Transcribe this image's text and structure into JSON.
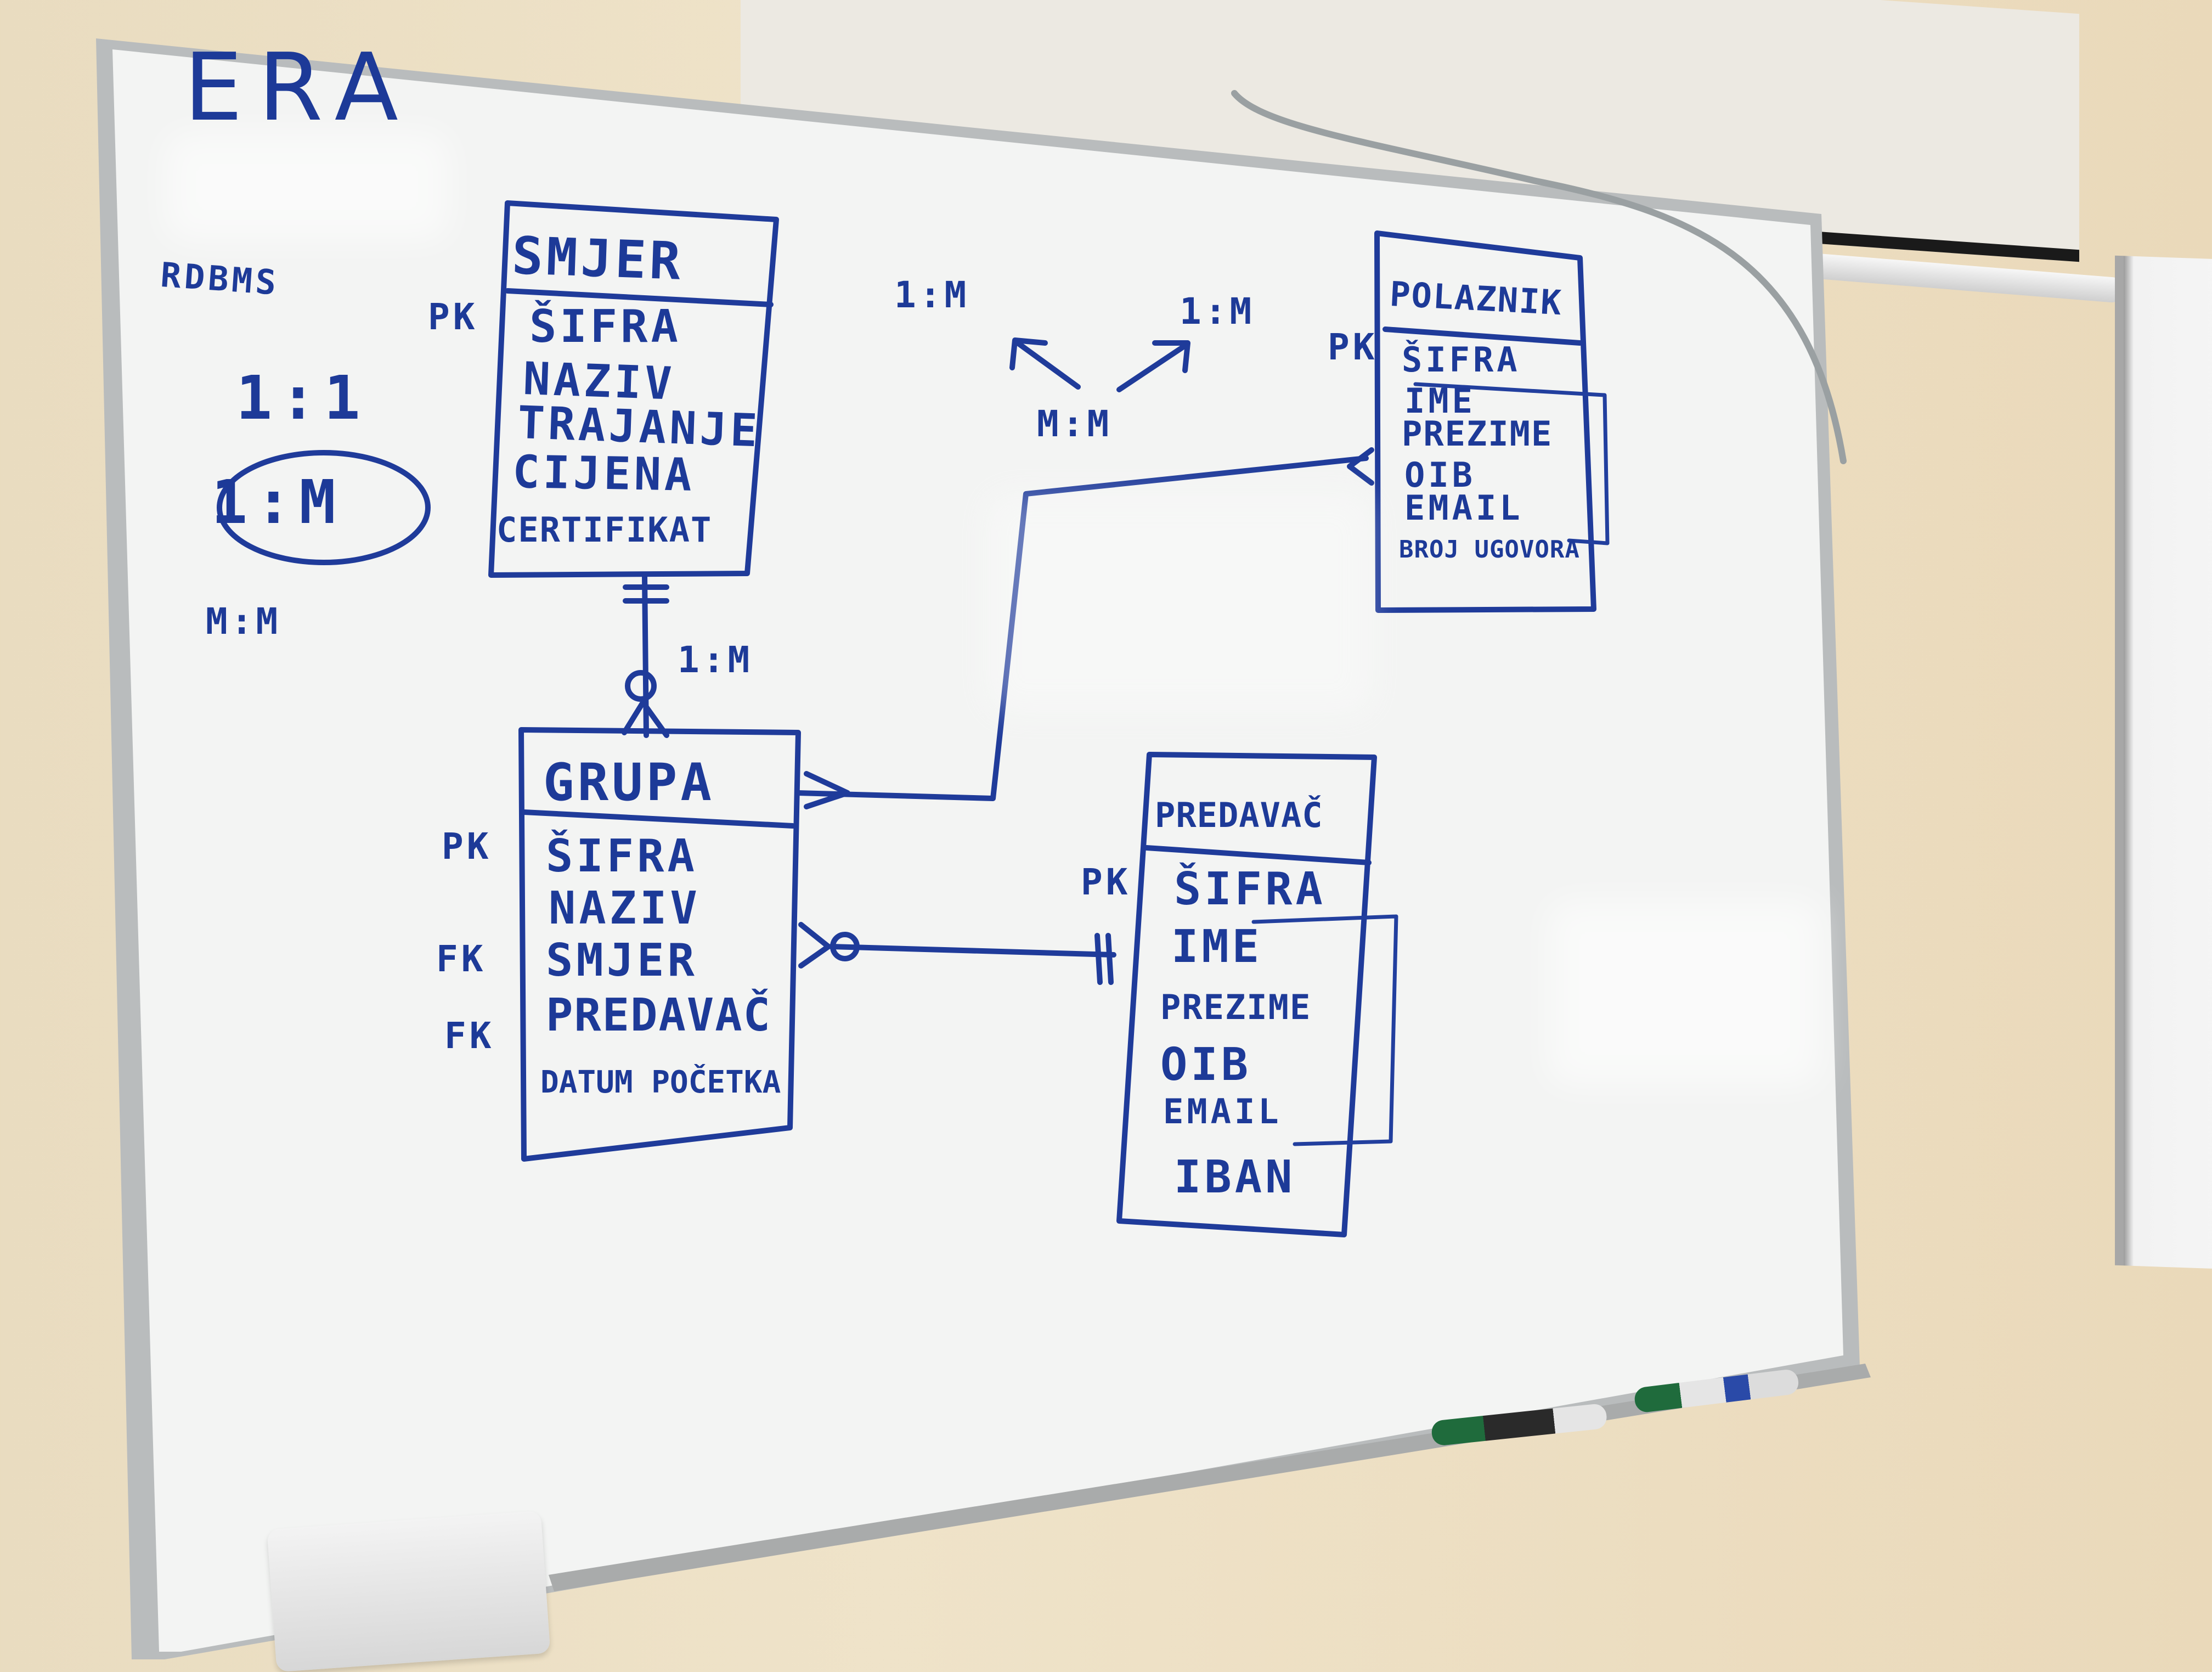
{
  "board": {
    "title": "ERA",
    "left_notes": {
      "rdbms": "RDBMS",
      "one_to_one": "1:1",
      "one_to_many": "1:M",
      "many_to_many": "M:M"
    },
    "relation_notes": {
      "one_to_many_left": "1:M",
      "one_to_many_right": "1:M",
      "many_to_many": "M:M",
      "smjer_grupa": "1:M"
    },
    "tables": {
      "smjer": {
        "name": "SMJER",
        "pk_tag": "PK",
        "fields": [
          "ŠIFRA",
          "NAZIV",
          "TRAJANJE",
          "CIJENA",
          "CERTIFIKAT"
        ]
      },
      "grupa": {
        "name": "GRUPA",
        "pk_tag": "PK",
        "fk_tag_1": "FK",
        "fk_tag_2": "FK",
        "fields": [
          "ŠIFRA",
          "NAZIV",
          "SMJER",
          "PREDAVAČ",
          "DATUM POČETKA"
        ]
      },
      "polaznik": {
        "name": "POLAZNIK",
        "pk_tag": "PK",
        "fields": [
          "ŠIFRA",
          "IME",
          "PREZIME",
          "OIB",
          "EMAIL",
          "BROJ UGOVORA"
        ]
      },
      "predavac": {
        "name": "PREDAVAČ",
        "pk_tag": "PK",
        "fields": [
          "ŠIFRA",
          "IME",
          "PREZIME",
          "OIB",
          "EMAIL",
          "IBAN"
        ]
      }
    },
    "colors": {
      "ink": "#1f3b9a",
      "wall": "#ecdfc4",
      "board": "#f4f5f4",
      "marker_cap": "#1f6b3c"
    }
  }
}
